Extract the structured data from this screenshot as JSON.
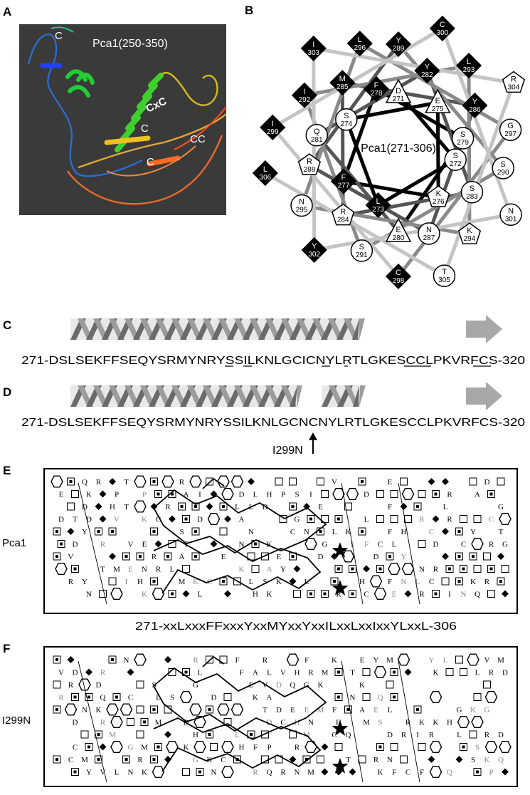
{
  "panels": {
    "A": {
      "letter": "A",
      "title": "Pca1(250-350)",
      "labels": [
        "C",
        "CxC",
        "C",
        "CC",
        "C"
      ]
    },
    "B": {
      "letter": "B",
      "title": "Pca1(271-306)",
      "residues": [
        {
          "aa": "L",
          "n": "296",
          "shape": "diamond"
        },
        {
          "aa": "Y",
          "n": "289",
          "shape": "diamond"
        },
        {
          "aa": "C",
          "n": "300",
          "shape": "diamond"
        },
        {
          "aa": "I",
          "n": "303",
          "shape": "diamond"
        },
        {
          "aa": "F",
          "n": "278",
          "shape": "diamond"
        },
        {
          "aa": "D",
          "n": "271",
          "shape": "triangle"
        },
        {
          "aa": "Y",
          "n": "282",
          "shape": "diamond"
        },
        {
          "aa": "L",
          "n": "293",
          "shape": "diamond"
        },
        {
          "aa": "M",
          "n": "285",
          "shape": "diamond"
        },
        {
          "aa": "E",
          "n": "275",
          "shape": "triangle"
        },
        {
          "aa": "R",
          "n": "304",
          "shape": "pentagon"
        },
        {
          "aa": "I",
          "n": "292",
          "shape": "diamond"
        },
        {
          "aa": "S",
          "n": "274",
          "shape": "circle"
        },
        {
          "aa": "Y",
          "n": "286",
          "shape": "diamond"
        },
        {
          "aa": "Q",
          "n": "281",
          "shape": "circle"
        },
        {
          "aa": "S",
          "n": "279",
          "shape": "circle"
        },
        {
          "aa": "G",
          "n": "297",
          "shape": "circle"
        },
        {
          "aa": "I",
          "n": "299",
          "shape": "diamond"
        },
        {
          "aa": "S",
          "n": "272",
          "shape": "circle"
        },
        {
          "aa": "R",
          "n": "288",
          "shape": "pentagon"
        },
        {
          "aa": "S",
          "n": "290",
          "shape": "circle"
        },
        {
          "aa": "L",
          "n": "306",
          "shape": "diamond"
        },
        {
          "aa": "S",
          "n": "283",
          "shape": "circle"
        },
        {
          "aa": "F",
          "n": "277",
          "shape": "diamond"
        },
        {
          "aa": "N",
          "n": "301",
          "shape": "circle"
        },
        {
          "aa": "N",
          "n": "295",
          "shape": "circle"
        },
        {
          "aa": "R",
          "n": "284",
          "shape": "pentagon"
        },
        {
          "aa": "K",
          "n": "276",
          "shape": "pentagon"
        },
        {
          "aa": "L",
          "n": "273",
          "shape": "diamond"
        },
        {
          "aa": "E",
          "n": "280",
          "shape": "triangle"
        },
        {
          "aa": "N",
          "n": "287",
          "shape": "circle"
        },
        {
          "aa": "K",
          "n": "294",
          "shape": "pentagon"
        },
        {
          "aa": "Y",
          "n": "302",
          "shape": "diamond"
        },
        {
          "aa": "S",
          "n": "291",
          "shape": "circle"
        },
        {
          "aa": "C",
          "n": "298",
          "shape": "diamond"
        },
        {
          "aa": "T",
          "n": "305",
          "shape": "circle"
        }
      ]
    },
    "C": {
      "letter": "C",
      "sequence": "271-DSLSEKFFSEQYSRMYNRYSSILKNLGCICNYLRTLGKESCCLPKVRFCS-320"
    },
    "D": {
      "letter": "D",
      "sequence": "271-DSLSEKFFSEQYSRMYNRYSSILKNLGCNCNYLRTLGKESCCLPKVRFCS-320",
      "mutation": "I299N"
    },
    "E": {
      "letter": "E",
      "row_label": "Pca1",
      "motif": "271-xxLxxxFFxxxYxxMYxxYxxILxxLxxIxxYLxxL-306"
    },
    "F": {
      "letter": "F",
      "row_label": "I299N"
    }
  }
}
